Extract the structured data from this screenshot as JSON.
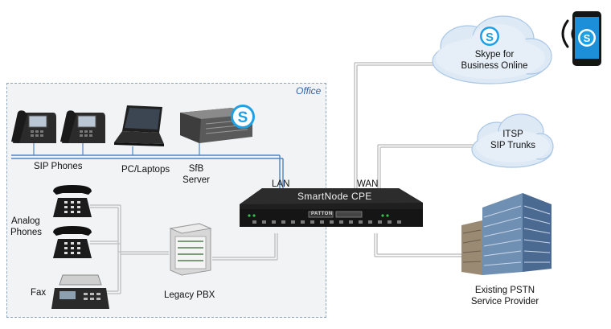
{
  "office": {
    "label": "Office"
  },
  "devices": {
    "sip_phones": "SIP Phones",
    "pc_laptops": "PC/Laptops",
    "sfb_server_1": "SfB",
    "sfb_server_2": "Server",
    "analog_phones_1": "Analog",
    "analog_phones_2": "Phones",
    "fax": "Fax",
    "legacy_pbx": "Legacy PBX",
    "smartnode": "SmartNode CPE",
    "smartnode_brand": "PATTON"
  },
  "ports": {
    "lan": "LAN",
    "wan": "WAN"
  },
  "clouds": {
    "skype_1": "Skype for",
    "skype_2": "Business Online",
    "itsp_1": "ITSP",
    "itsp_2": "SIP Trunks"
  },
  "provider": {
    "line1": "Existing PSTN",
    "line2": "Service Provider"
  },
  "colors": {
    "wire": "#c4c4c4",
    "lan_bus": "#4d86c7",
    "skype": "#1fa0e3",
    "office_border": "#8fa6bf"
  },
  "icons": [
    "skype-icon",
    "ip-phone-icon",
    "laptop-icon",
    "server-icon",
    "analog-phone-icon",
    "fax-icon",
    "pbx-icon",
    "router-icon",
    "cloud-icon",
    "building-icon",
    "smartphone-icon",
    "wireless-icon"
  ]
}
